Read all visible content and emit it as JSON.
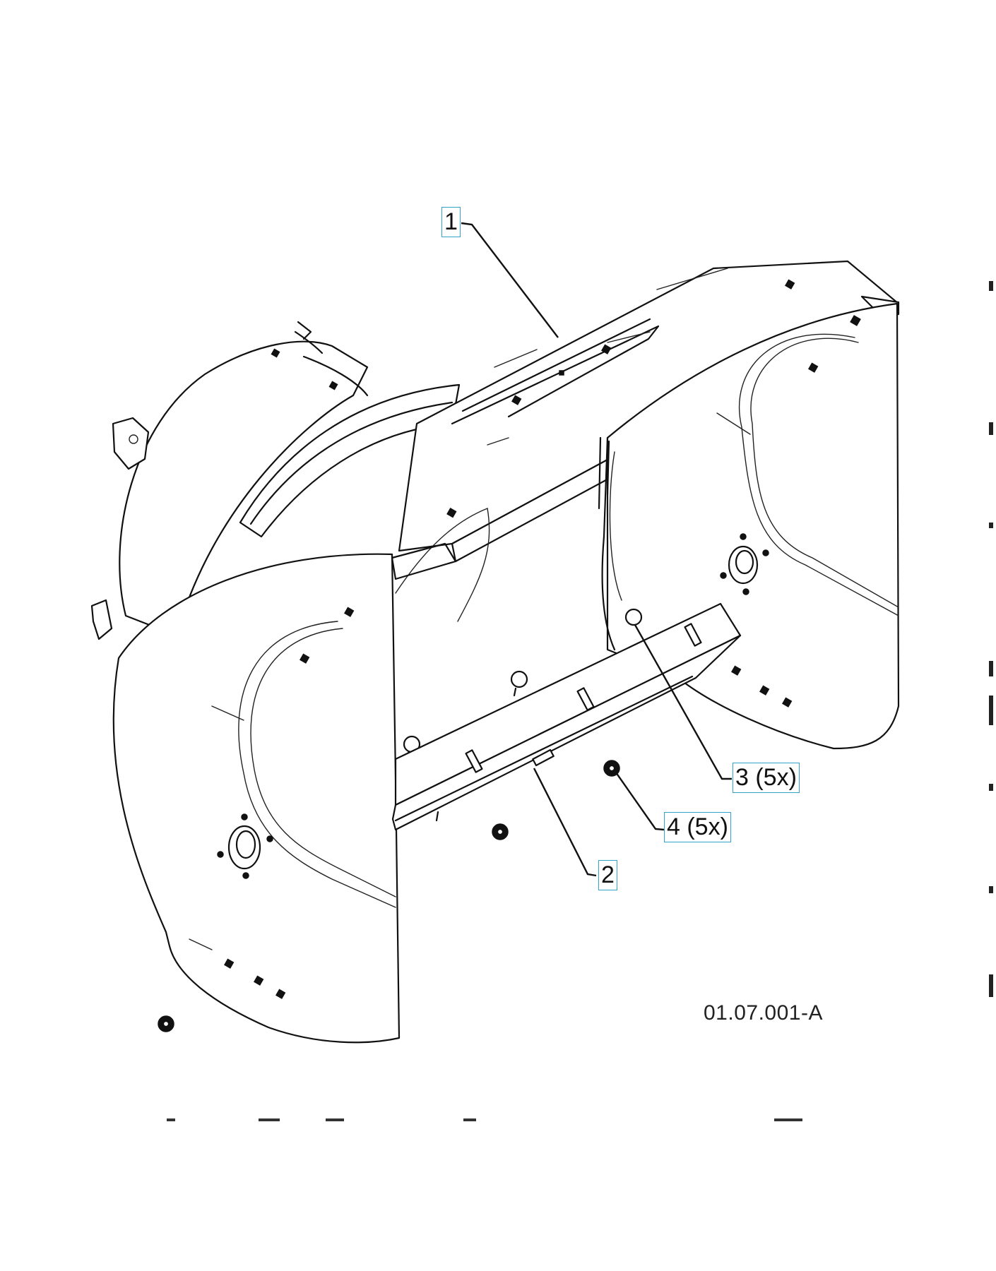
{
  "figure": {
    "code": "01.07.001-A",
    "callouts": [
      {
        "id": "c1",
        "label": "1",
        "target": "auger-housing"
      },
      {
        "id": "c2",
        "label": "2",
        "target": "scraper-bar"
      },
      {
        "id": "c3",
        "label": "3 (5x)",
        "target": "carriage-bolt"
      },
      {
        "id": "c4",
        "label": "4 (5x)",
        "target": "hex-nut"
      }
    ]
  }
}
